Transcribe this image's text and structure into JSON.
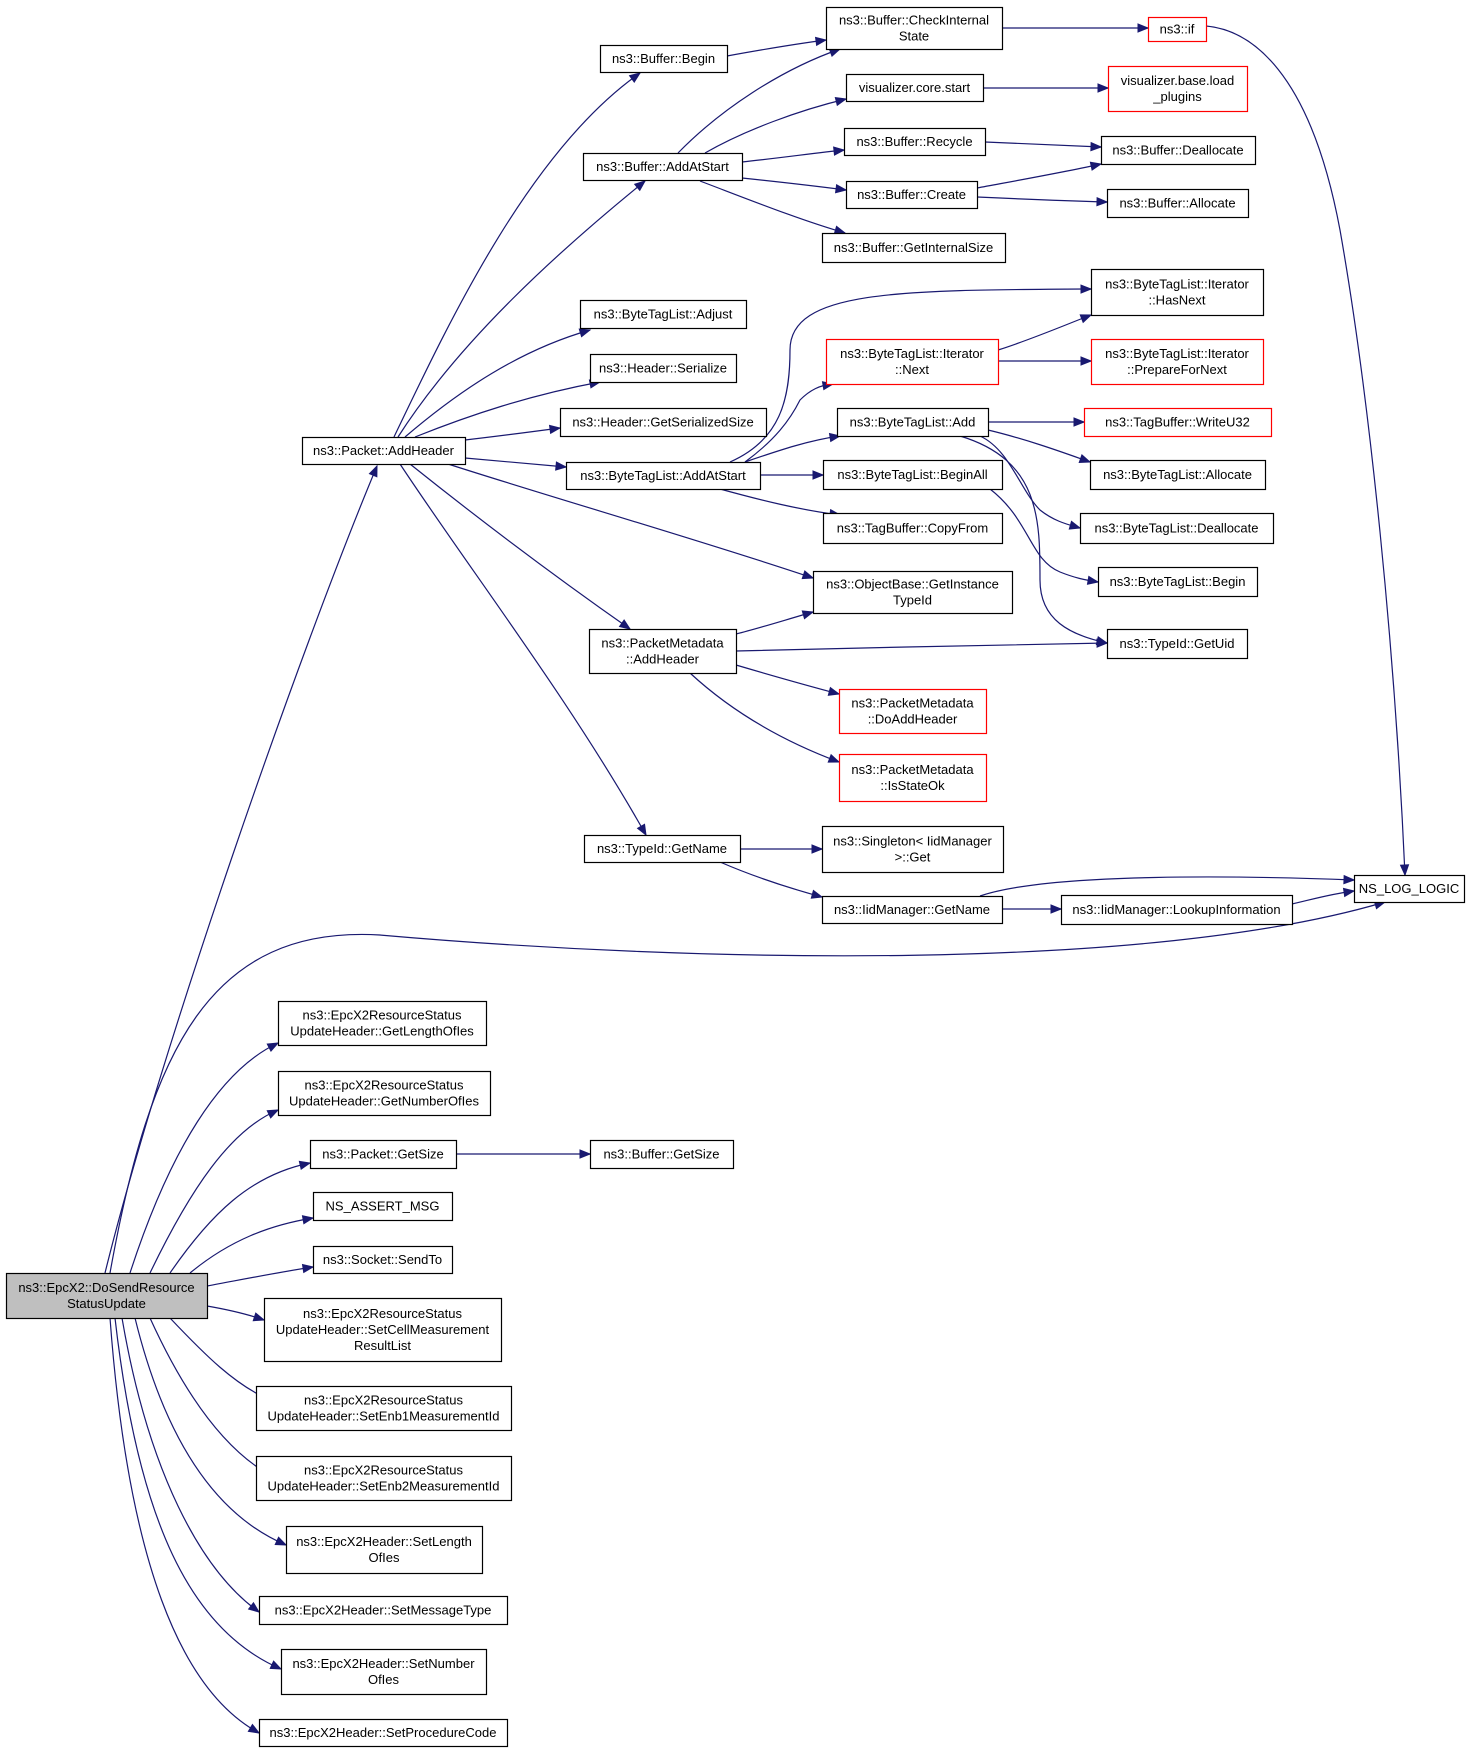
{
  "diagram": {
    "colors": {
      "edge": "#191970",
      "red_border": "#ff0000",
      "root_fill": "#bfbfbf"
    },
    "nodes": [
      {
        "id": "root",
        "lines": [
          "ns3::EpcX2::DoSendResource",
          "StatusUpdate"
        ],
        "style": "root"
      },
      {
        "id": "addheader",
        "lines": [
          "ns3::Packet::AddHeader"
        ]
      },
      {
        "id": "bufbegin",
        "lines": [
          "ns3::Buffer::Begin"
        ]
      },
      {
        "id": "checkinternal",
        "lines": [
          "ns3::Buffer::CheckInternal",
          "State"
        ]
      },
      {
        "id": "nsif",
        "lines": [
          "ns3::if"
        ],
        "style": "red"
      },
      {
        "id": "vizstart",
        "lines": [
          "visualizer.core.start"
        ]
      },
      {
        "id": "vizload",
        "lines": [
          "visualizer.base.load",
          "_plugins"
        ],
        "style": "red"
      },
      {
        "id": "bufaddatstart",
        "lines": [
          "ns3::Buffer::AddAtStart"
        ]
      },
      {
        "id": "recycle",
        "lines": [
          "ns3::Buffer::Recycle"
        ]
      },
      {
        "id": "dealloc",
        "lines": [
          "ns3::Buffer::Deallocate"
        ]
      },
      {
        "id": "create",
        "lines": [
          "ns3::Buffer::Create"
        ]
      },
      {
        "id": "alloc",
        "lines": [
          "ns3::Buffer::Allocate"
        ]
      },
      {
        "id": "getinternalsize",
        "lines": [
          "ns3::Buffer::GetInternalSize"
        ]
      },
      {
        "id": "btladjust",
        "lines": [
          "ns3::ByteTagList::Adjust"
        ]
      },
      {
        "id": "hdrserialize",
        "lines": [
          "ns3::Header::Serialize"
        ]
      },
      {
        "id": "hdrgetser",
        "lines": [
          "ns3::Header::GetSerializedSize"
        ]
      },
      {
        "id": "btladdatstart",
        "lines": [
          "ns3::ByteTagList::AddAtStart"
        ]
      },
      {
        "id": "hasnext",
        "lines": [
          "ns3::ByteTagList::Iterator",
          "::HasNext"
        ]
      },
      {
        "id": "itnext",
        "lines": [
          "ns3::ByteTagList::Iterator",
          "::Next"
        ],
        "style": "red"
      },
      {
        "id": "prepnext",
        "lines": [
          "ns3::ByteTagList::Iterator",
          "::PrepareForNext"
        ],
        "style": "red"
      },
      {
        "id": "btladd",
        "lines": [
          "ns3::ByteTagList::Add"
        ]
      },
      {
        "id": "writeu32",
        "lines": [
          "ns3::TagBuffer::WriteU32"
        ],
        "style": "red"
      },
      {
        "id": "btlallocate",
        "lines": [
          "ns3::ByteTagList::Allocate"
        ]
      },
      {
        "id": "btlbeginall",
        "lines": [
          "ns3::ByteTagList::BeginAll"
        ]
      },
      {
        "id": "btldealloc",
        "lines": [
          "ns3::ByteTagList::Deallocate"
        ]
      },
      {
        "id": "copyfrom",
        "lines": [
          "ns3::TagBuffer::CopyFrom"
        ]
      },
      {
        "id": "btlbegin",
        "lines": [
          "ns3::ByteTagList::Begin"
        ]
      },
      {
        "id": "getinsttype",
        "lines": [
          "ns3::ObjectBase::GetInstance",
          "TypeId"
        ]
      },
      {
        "id": "pmaddheader",
        "lines": [
          "ns3::PacketMetadata",
          "::AddHeader"
        ]
      },
      {
        "id": "getuid",
        "lines": [
          "ns3::TypeId::GetUid"
        ]
      },
      {
        "id": "doaddheader",
        "lines": [
          "ns3::PacketMetadata",
          "::DoAddHeader"
        ],
        "style": "red"
      },
      {
        "id": "isstateok",
        "lines": [
          "ns3::PacketMetadata",
          "::IsStateOk"
        ],
        "style": "red"
      },
      {
        "id": "typeidgetname",
        "lines": [
          "ns3::TypeId::GetName"
        ]
      },
      {
        "id": "singleton",
        "lines": [
          "ns3::Singleton< IidManager",
          ">::Get"
        ]
      },
      {
        "id": "iidgetname",
        "lines": [
          "ns3::IidManager::GetName"
        ]
      },
      {
        "id": "lookupinfo",
        "lines": [
          "ns3::IidManager::LookupInformation"
        ]
      },
      {
        "id": "nslog",
        "lines": [
          "NS_LOG_LOGIC"
        ]
      },
      {
        "id": "getlengthofies",
        "lines": [
          "ns3::EpcX2ResourceStatus",
          "UpdateHeader::GetLengthOfIes"
        ]
      },
      {
        "id": "getnumberofies",
        "lines": [
          "ns3::EpcX2ResourceStatus",
          "UpdateHeader::GetNumberOfIes"
        ]
      },
      {
        "id": "pktgetsize",
        "lines": [
          "ns3::Packet::GetSize"
        ]
      },
      {
        "id": "bufgetsize",
        "lines": [
          "ns3::Buffer::GetSize"
        ]
      },
      {
        "id": "nsassert",
        "lines": [
          "NS_ASSERT_MSG"
        ]
      },
      {
        "id": "sendto",
        "lines": [
          "ns3::Socket::SendTo"
        ]
      },
      {
        "id": "setcellmeas",
        "lines": [
          "ns3::EpcX2ResourceStatus",
          "UpdateHeader::SetCellMeasurement",
          "ResultList"
        ]
      },
      {
        "id": "setenb1",
        "lines": [
          "ns3::EpcX2ResourceStatus",
          "UpdateHeader::SetEnb1MeasurementId"
        ]
      },
      {
        "id": "setenb2",
        "lines": [
          "ns3::EpcX2ResourceStatus",
          "UpdateHeader::SetEnb2MeasurementId"
        ]
      },
      {
        "id": "setlength",
        "lines": [
          "ns3::EpcX2Header::SetLength",
          "OfIes"
        ]
      },
      {
        "id": "setmsgtype",
        "lines": [
          "ns3::EpcX2Header::SetMessageType"
        ]
      },
      {
        "id": "setnumber",
        "lines": [
          "ns3::EpcX2Header::SetNumber",
          "OfIes"
        ]
      },
      {
        "id": "setproc",
        "lines": [
          "ns3::EpcX2Header::SetProcedureCode"
        ]
      }
    ],
    "edges": [
      [
        "root",
        "addheader"
      ],
      [
        "root",
        "nslog"
      ],
      [
        "root",
        "getlengthofies"
      ],
      [
        "root",
        "getnumberofies"
      ],
      [
        "root",
        "pktgetsize"
      ],
      [
        "root",
        "nsassert"
      ],
      [
        "root",
        "sendto"
      ],
      [
        "root",
        "setcellmeas"
      ],
      [
        "root",
        "setenb1"
      ],
      [
        "root",
        "setenb2"
      ],
      [
        "root",
        "setlength"
      ],
      [
        "root",
        "setmsgtype"
      ],
      [
        "root",
        "setnumber"
      ],
      [
        "root",
        "setproc"
      ],
      [
        "addheader",
        "bufbegin"
      ],
      [
        "addheader",
        "bufaddatstart"
      ],
      [
        "addheader",
        "btladjust"
      ],
      [
        "addheader",
        "hdrserialize"
      ],
      [
        "addheader",
        "hdrgetser"
      ],
      [
        "addheader",
        "btladdatstart"
      ],
      [
        "addheader",
        "getinsttype"
      ],
      [
        "addheader",
        "pmaddheader"
      ],
      [
        "addheader",
        "typeidgetname"
      ],
      [
        "bufbegin",
        "checkinternal"
      ],
      [
        "checkinternal",
        "nsif"
      ],
      [
        "nsif",
        "nslog"
      ],
      [
        "bufaddatstart",
        "checkinternal"
      ],
      [
        "bufaddatstart",
        "vizstart"
      ],
      [
        "bufaddatstart",
        "recycle"
      ],
      [
        "bufaddatstart",
        "create"
      ],
      [
        "bufaddatstart",
        "getinternalsize"
      ],
      [
        "vizstart",
        "vizload"
      ],
      [
        "recycle",
        "dealloc"
      ],
      [
        "create",
        "dealloc"
      ],
      [
        "create",
        "alloc"
      ],
      [
        "btladdatstart",
        "hasnext"
      ],
      [
        "btladdatstart",
        "itnext"
      ],
      [
        "btladdatstart",
        "btladd"
      ],
      [
        "btladdatstart",
        "btlbeginall"
      ],
      [
        "btladdatstart",
        "copyfrom"
      ],
      [
        "itnext",
        "hasnext"
      ],
      [
        "itnext",
        "prepnext"
      ],
      [
        "btladd",
        "writeu32"
      ],
      [
        "btladd",
        "btlallocate"
      ],
      [
        "btladd",
        "btldealloc"
      ],
      [
        "btladd",
        "getuid"
      ],
      [
        "btlbeginall",
        "btlbegin"
      ],
      [
        "pmaddheader",
        "getinsttype"
      ],
      [
        "pmaddheader",
        "getuid"
      ],
      [
        "pmaddheader",
        "doaddheader"
      ],
      [
        "pmaddheader",
        "isstateok"
      ],
      [
        "typeidgetname",
        "singleton"
      ],
      [
        "typeidgetname",
        "iidgetname"
      ],
      [
        "iidgetname",
        "lookupinfo"
      ],
      [
        "iidgetname",
        "nslog"
      ],
      [
        "lookupinfo",
        "nslog"
      ],
      [
        "pktgetsize",
        "bufgetsize"
      ]
    ]
  }
}
